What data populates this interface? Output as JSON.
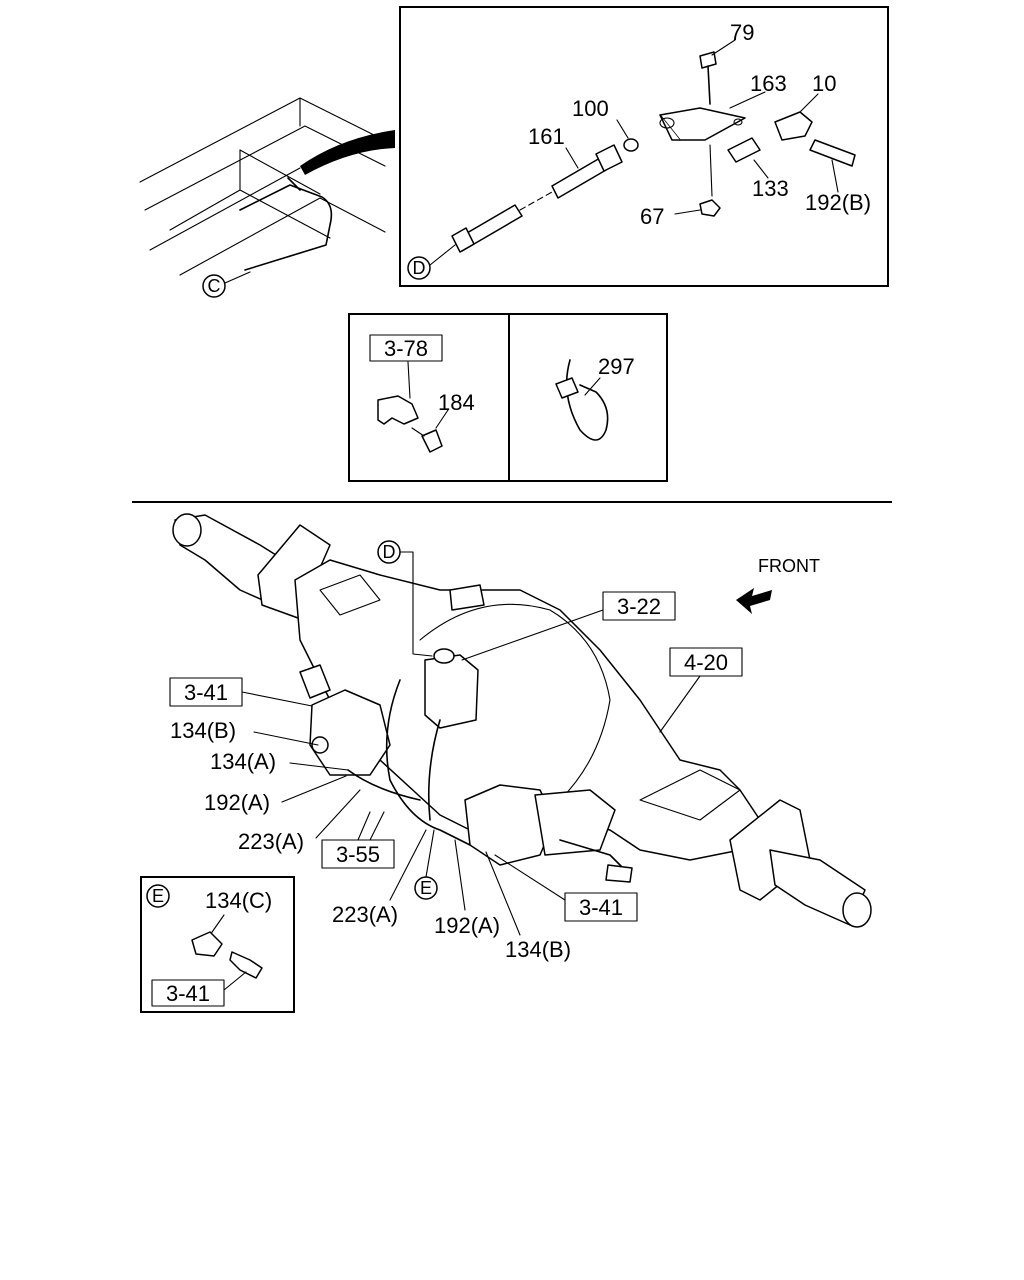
{
  "front_label": "FRONT",
  "top_right_callouts": {
    "c79": "79",
    "c163": "163",
    "c10": "10",
    "c100": "100",
    "c161": "161",
    "c133": "133",
    "c192b": "192(B)",
    "c67": "67",
    "marker_d": "D"
  },
  "top_left": {
    "marker_c": "C"
  },
  "mid_panel": {
    "ref_378": "3-78",
    "c184": "184",
    "c297": "297"
  },
  "main": {
    "marker_d": "D",
    "ref_322": "3-22",
    "ref_420": "4-20",
    "ref_341_left": "3-41",
    "c134b_left": "134(B)",
    "c134a": "134(A)",
    "c192a_left": "192(A)",
    "c223a_left": "223(A)",
    "ref_355": "3-55",
    "marker_e": "E",
    "c223a_bottom": "223(A)",
    "c192a_bottom": "192(A)",
    "c134b_bottom": "134(B)",
    "ref_341_right": "3-41"
  },
  "detail_e": {
    "marker_e": "E",
    "c134c": "134(C)",
    "ref_341": "3-41"
  }
}
